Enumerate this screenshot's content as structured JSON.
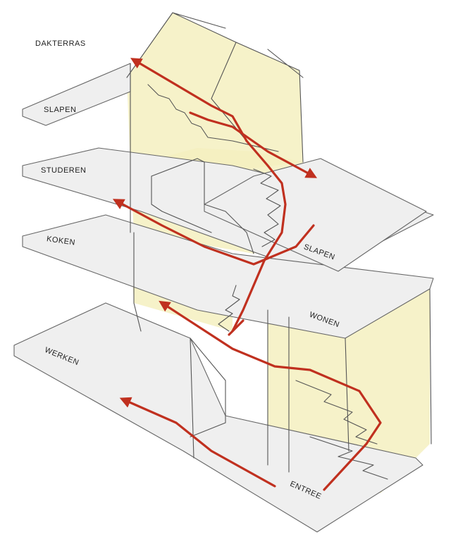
{
  "labels": {
    "dakterras": "DAKTERRAS",
    "slapen_left": "SLAPEN",
    "studeren": "STUDEREN",
    "koken": "KOKEN",
    "werken": "WERKEN",
    "slapen_right": "SLAPEN",
    "wonen": "WONEN",
    "entree": "ENTREE"
  },
  "colors": {
    "route": "#c0301f",
    "core": "#f5f0bf",
    "floor": "#efefef",
    "line": "#555555"
  }
}
